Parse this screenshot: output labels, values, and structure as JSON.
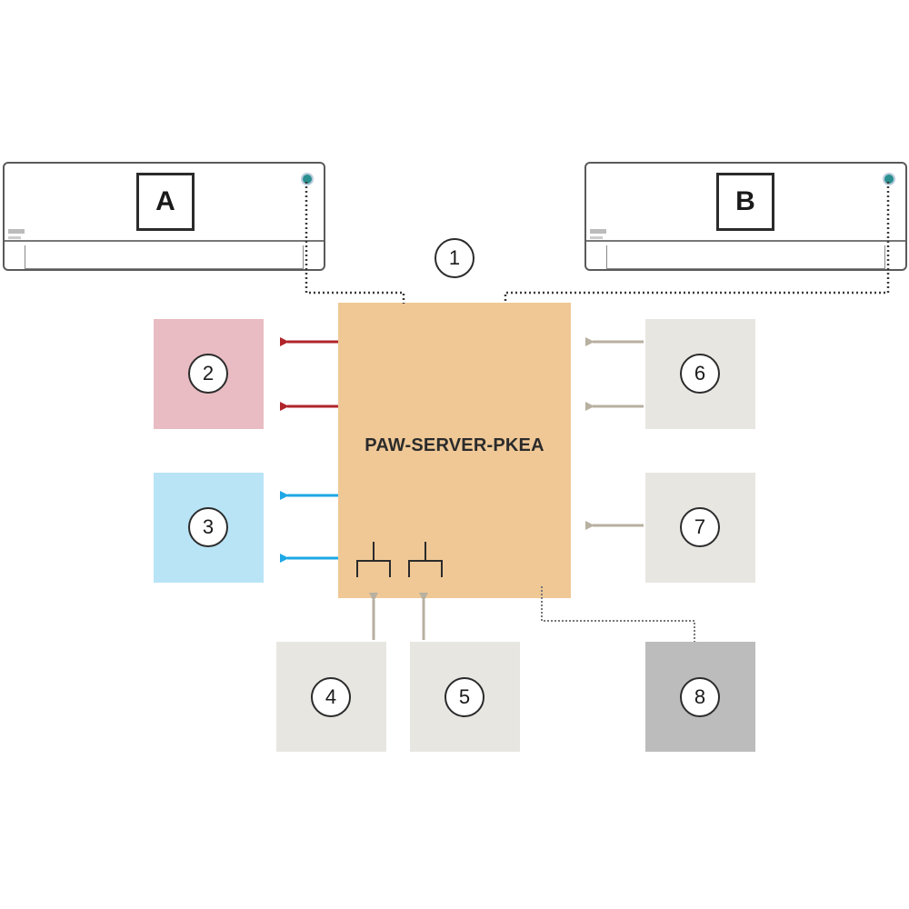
{
  "units": {
    "a": {
      "label": "A"
    },
    "b": {
      "label": "B"
    }
  },
  "server": {
    "title": "PAW-SERVER-PKEA",
    "color": "#efc896"
  },
  "nodes": {
    "n1": {
      "label": "1"
    },
    "n2": {
      "label": "2",
      "color": "#e8bcc2"
    },
    "n3": {
      "label": "3",
      "color": "#b9e4f6"
    },
    "n4": {
      "label": "4",
      "color": "#e8e6e1"
    },
    "n5": {
      "label": "5",
      "color": "#e8e6e1"
    },
    "n6": {
      "label": "6",
      "color": "#e8e6e1"
    },
    "n7": {
      "label": "7",
      "color": "#e8e6e1"
    },
    "n8": {
      "label": "8",
      "color": "#bcbcbc"
    }
  },
  "connector_colors": {
    "heating": "#b0242a",
    "cooling": "#1ea7e6",
    "input": "#b8b0a0",
    "wire": "#3a3a3a"
  },
  "icons": {
    "relay_contacts": "relay-contact-icon",
    "sensor": "sensor-icon"
  }
}
